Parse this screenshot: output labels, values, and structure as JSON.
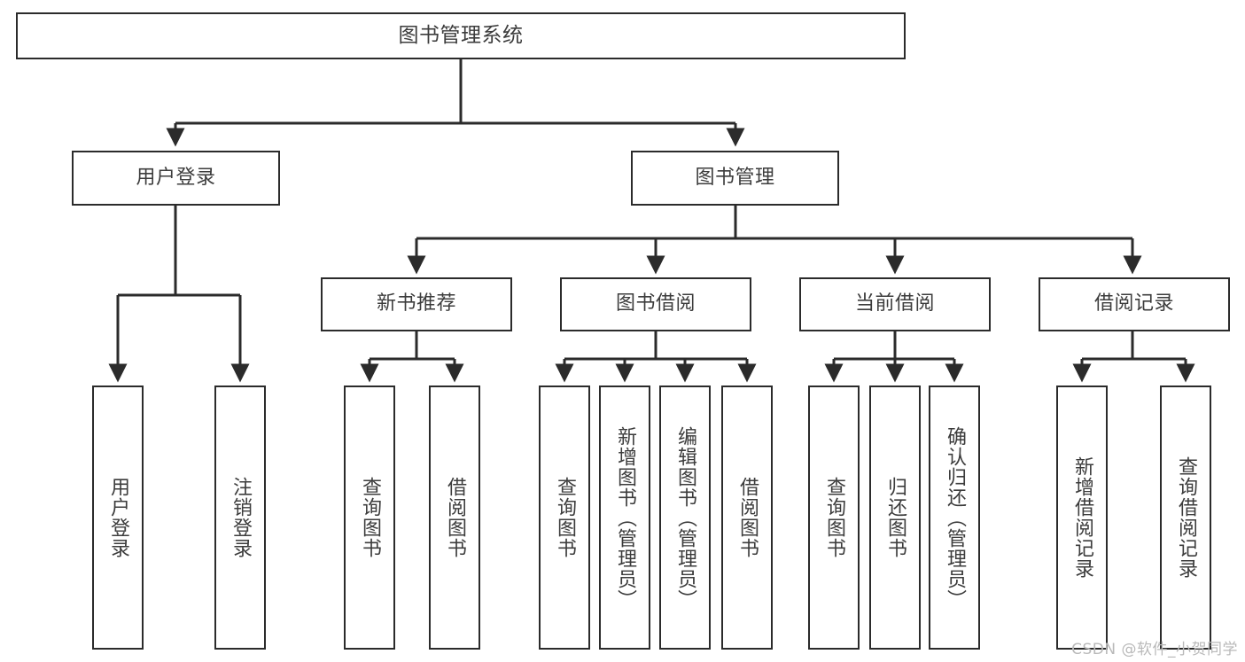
{
  "diagram": {
    "type": "tree-hierarchy",
    "title": "图书管理系统",
    "orientation": "top-down",
    "colors": {
      "box_border": "#2b2b2b",
      "box_fill": "#ffffff",
      "connector": "#2b2b2b",
      "text": "#3c3c3c",
      "watermark": "#b9b9b9",
      "background": "#ffffff"
    },
    "levels": {
      "root": {
        "label": "图书管理系统"
      },
      "level2": [
        {
          "label": "用户登录"
        },
        {
          "label": "图书管理"
        }
      ],
      "level3": [
        {
          "label": "新书推荐"
        },
        {
          "label": "图书借阅"
        },
        {
          "label": "当前借阅"
        },
        {
          "label": "借阅记录"
        }
      ],
      "leaves": {
        "user_login": [
          {
            "label": "用户登录"
          },
          {
            "label": "注销登录"
          }
        ],
        "new_book_recommend": [
          {
            "label": "查询图书"
          },
          {
            "label": "借阅图书"
          }
        ],
        "book_borrow": [
          {
            "label": "查询图书"
          },
          {
            "label": "新增图书（管理员）"
          },
          {
            "label": "编辑图书（管理员）"
          },
          {
            "label": "借阅图书"
          }
        ],
        "current_borrow": [
          {
            "label": "查询图书"
          },
          {
            "label": "归还图书"
          },
          {
            "label": "确认归还（管理员）"
          }
        ],
        "borrow_records": [
          {
            "label": "新增借阅记录"
          },
          {
            "label": "查询借阅记录"
          }
        ]
      }
    },
    "watermark": "CSDN @软件_小贺同学"
  }
}
